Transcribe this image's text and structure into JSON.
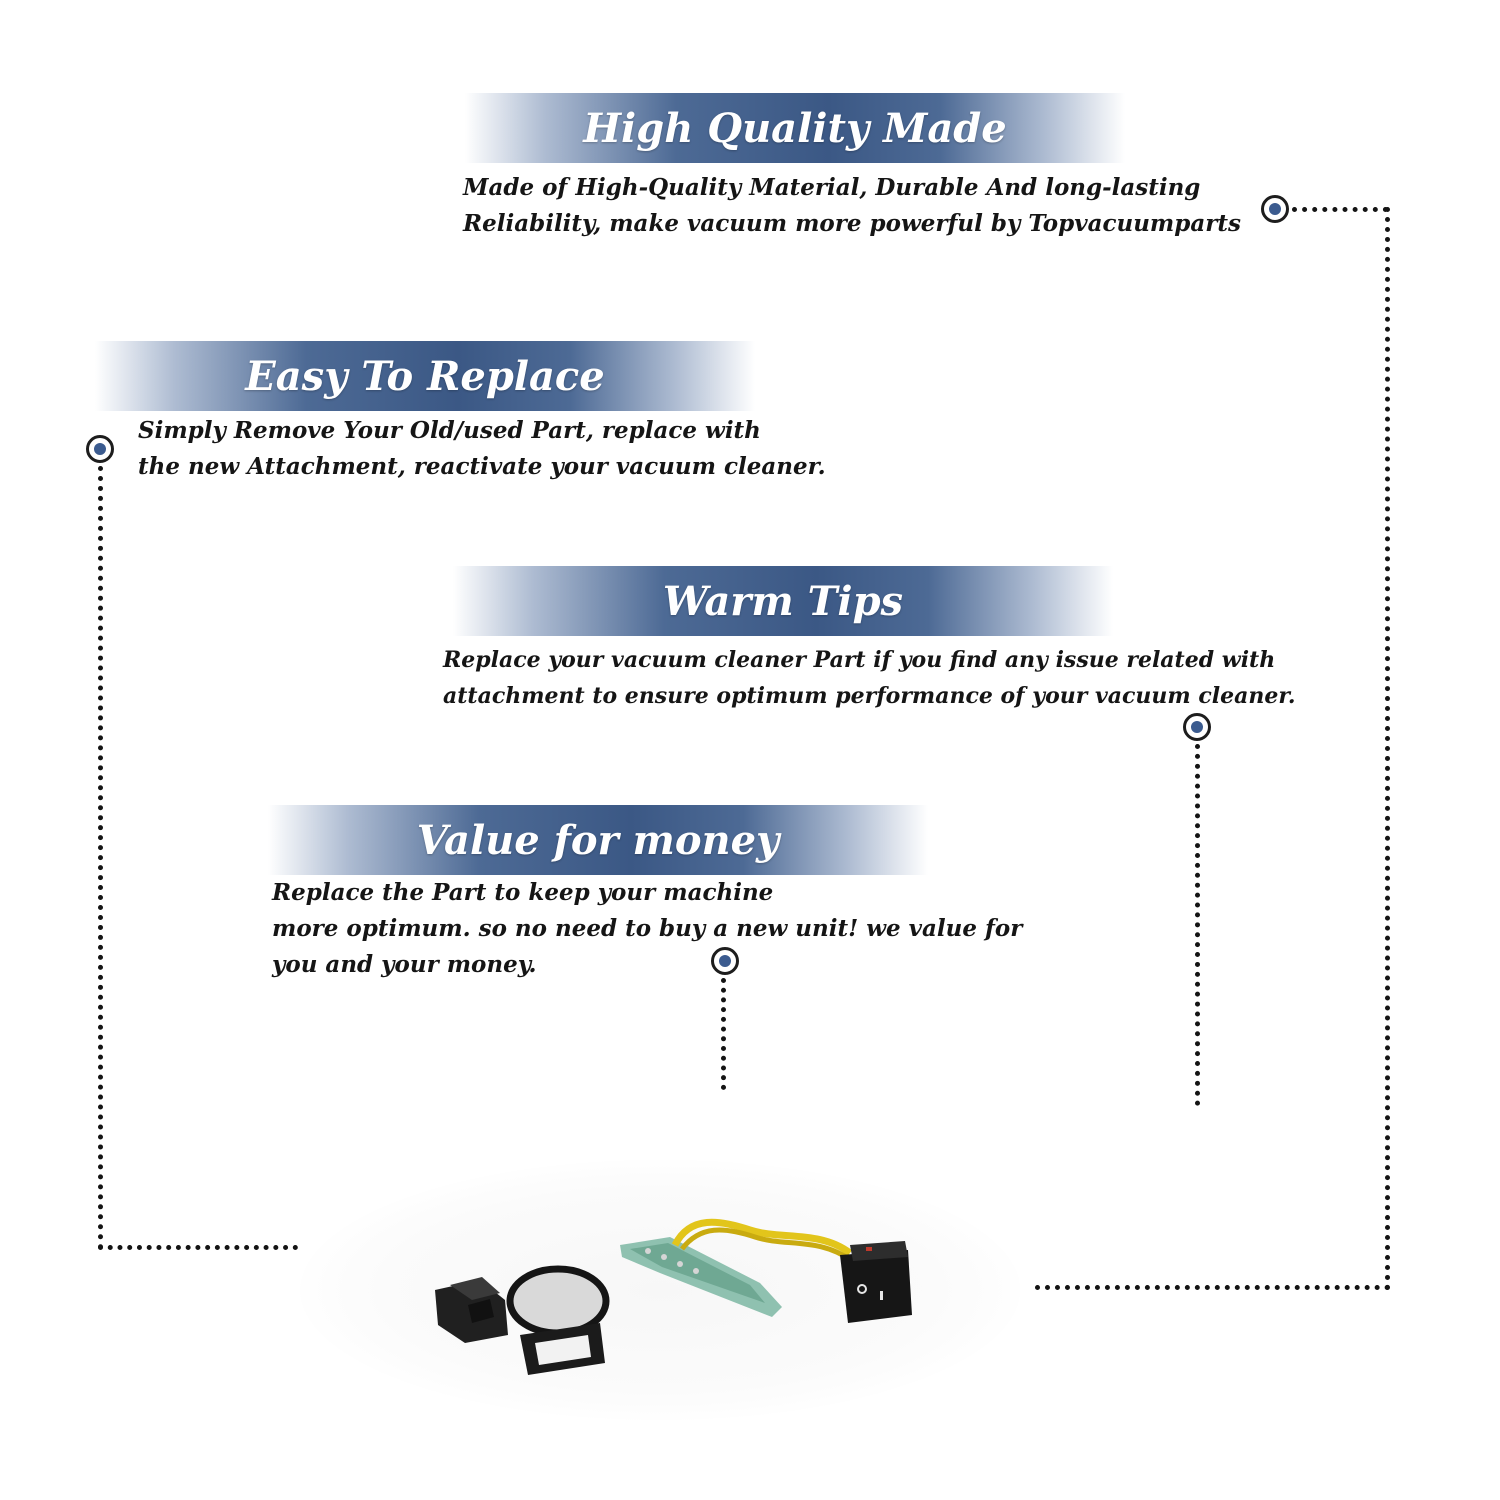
{
  "sections": [
    {
      "title": "High Quality Made",
      "lines": [
        "Made of  High-Quality Material, Durable And long-lasting",
        "Reliability, make vacuum more powerful by Topvacuumparts"
      ]
    },
    {
      "title": "Easy To Replace",
      "lines": [
        "Simply Remove Your Old/used Part, replace with",
        "the new Attachment, reactivate your vacuum cleaner."
      ]
    },
    {
      "title": "Warm Tips",
      "lines": [
        "Replace your vacuum cleaner Part if you find any issue related with",
        " attachment to ensure optimum performance of your vacuum cleaner."
      ]
    },
    {
      "title": "Value for money",
      "lines": [
        "Replace the Part to keep your machine",
        "more optimum. so no need to buy a new unit! we value for",
        "you and your money."
      ]
    }
  ],
  "colors": {
    "banner_blue": "#3b5885",
    "node_fill": "#3b5b8f",
    "text": "#151515"
  }
}
